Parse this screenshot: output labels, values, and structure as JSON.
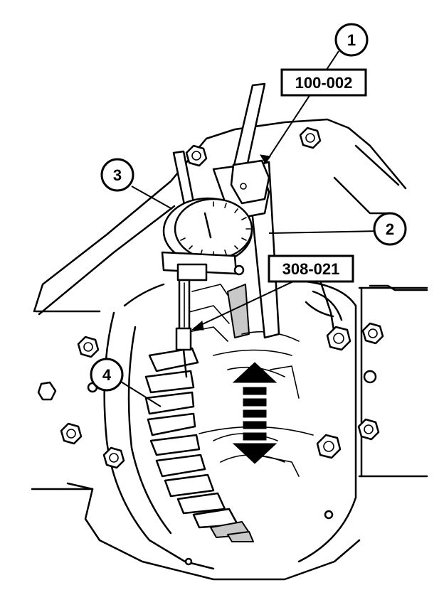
{
  "callouts": {
    "c1": "1",
    "c2": "2",
    "c3": "3",
    "c4": "4"
  },
  "tool_labels": {
    "tool_100_002": "100-002",
    "tool_308_021": "308-021"
  },
  "colors": {
    "ink": "#000000",
    "paper": "#ffffff",
    "shade": "#c8c8c8"
  }
}
